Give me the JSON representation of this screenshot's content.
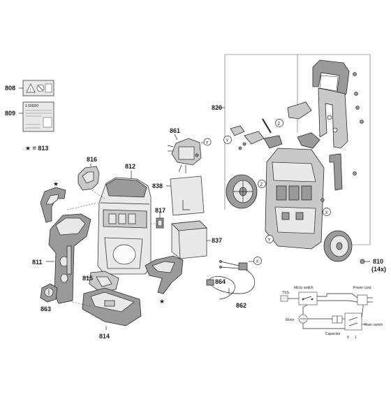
{
  "labels": {
    "p808": "808",
    "p809": "809",
    "p813": "★ = 813",
    "p816": "816",
    "p812": "812",
    "p861": "861",
    "p820": "820",
    "p838": "838",
    "p817": "817",
    "p837": "837",
    "p811": "811",
    "p815": "815",
    "p863": "863",
    "p814": "814",
    "p864": "864",
    "p862": "862",
    "p810": "810",
    "p810_qty": "(14x)"
  },
  "markers": {
    "x": "X",
    "y": "Y",
    "z": "Z",
    "star": "★"
  },
  "schematic": {
    "tss": "TSS",
    "micro_switch": "Micro switch",
    "power_cord": "Power cord",
    "motor": "Motor",
    "main_switch": "Main switch",
    "capacitor": "Capacitor",
    "zero": "0",
    "one": "1"
  },
  "sticker": {
    "code": "1 600D0"
  }
}
